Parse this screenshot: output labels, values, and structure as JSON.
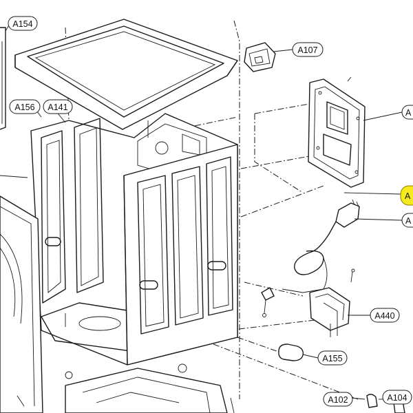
{
  "labels": {
    "a154": "A154",
    "a107": "A107",
    "a156": "A156",
    "a141": "A141",
    "a_right_top": "A",
    "a_right_mid": "A",
    "a_right_low": "A",
    "a440": "A440",
    "a155": "A155",
    "a102": "A102",
    "a104": "A104"
  },
  "colors": {
    "line": "#1a1a1a",
    "highlight": "#f7ea1e",
    "background": "#ffffff"
  }
}
